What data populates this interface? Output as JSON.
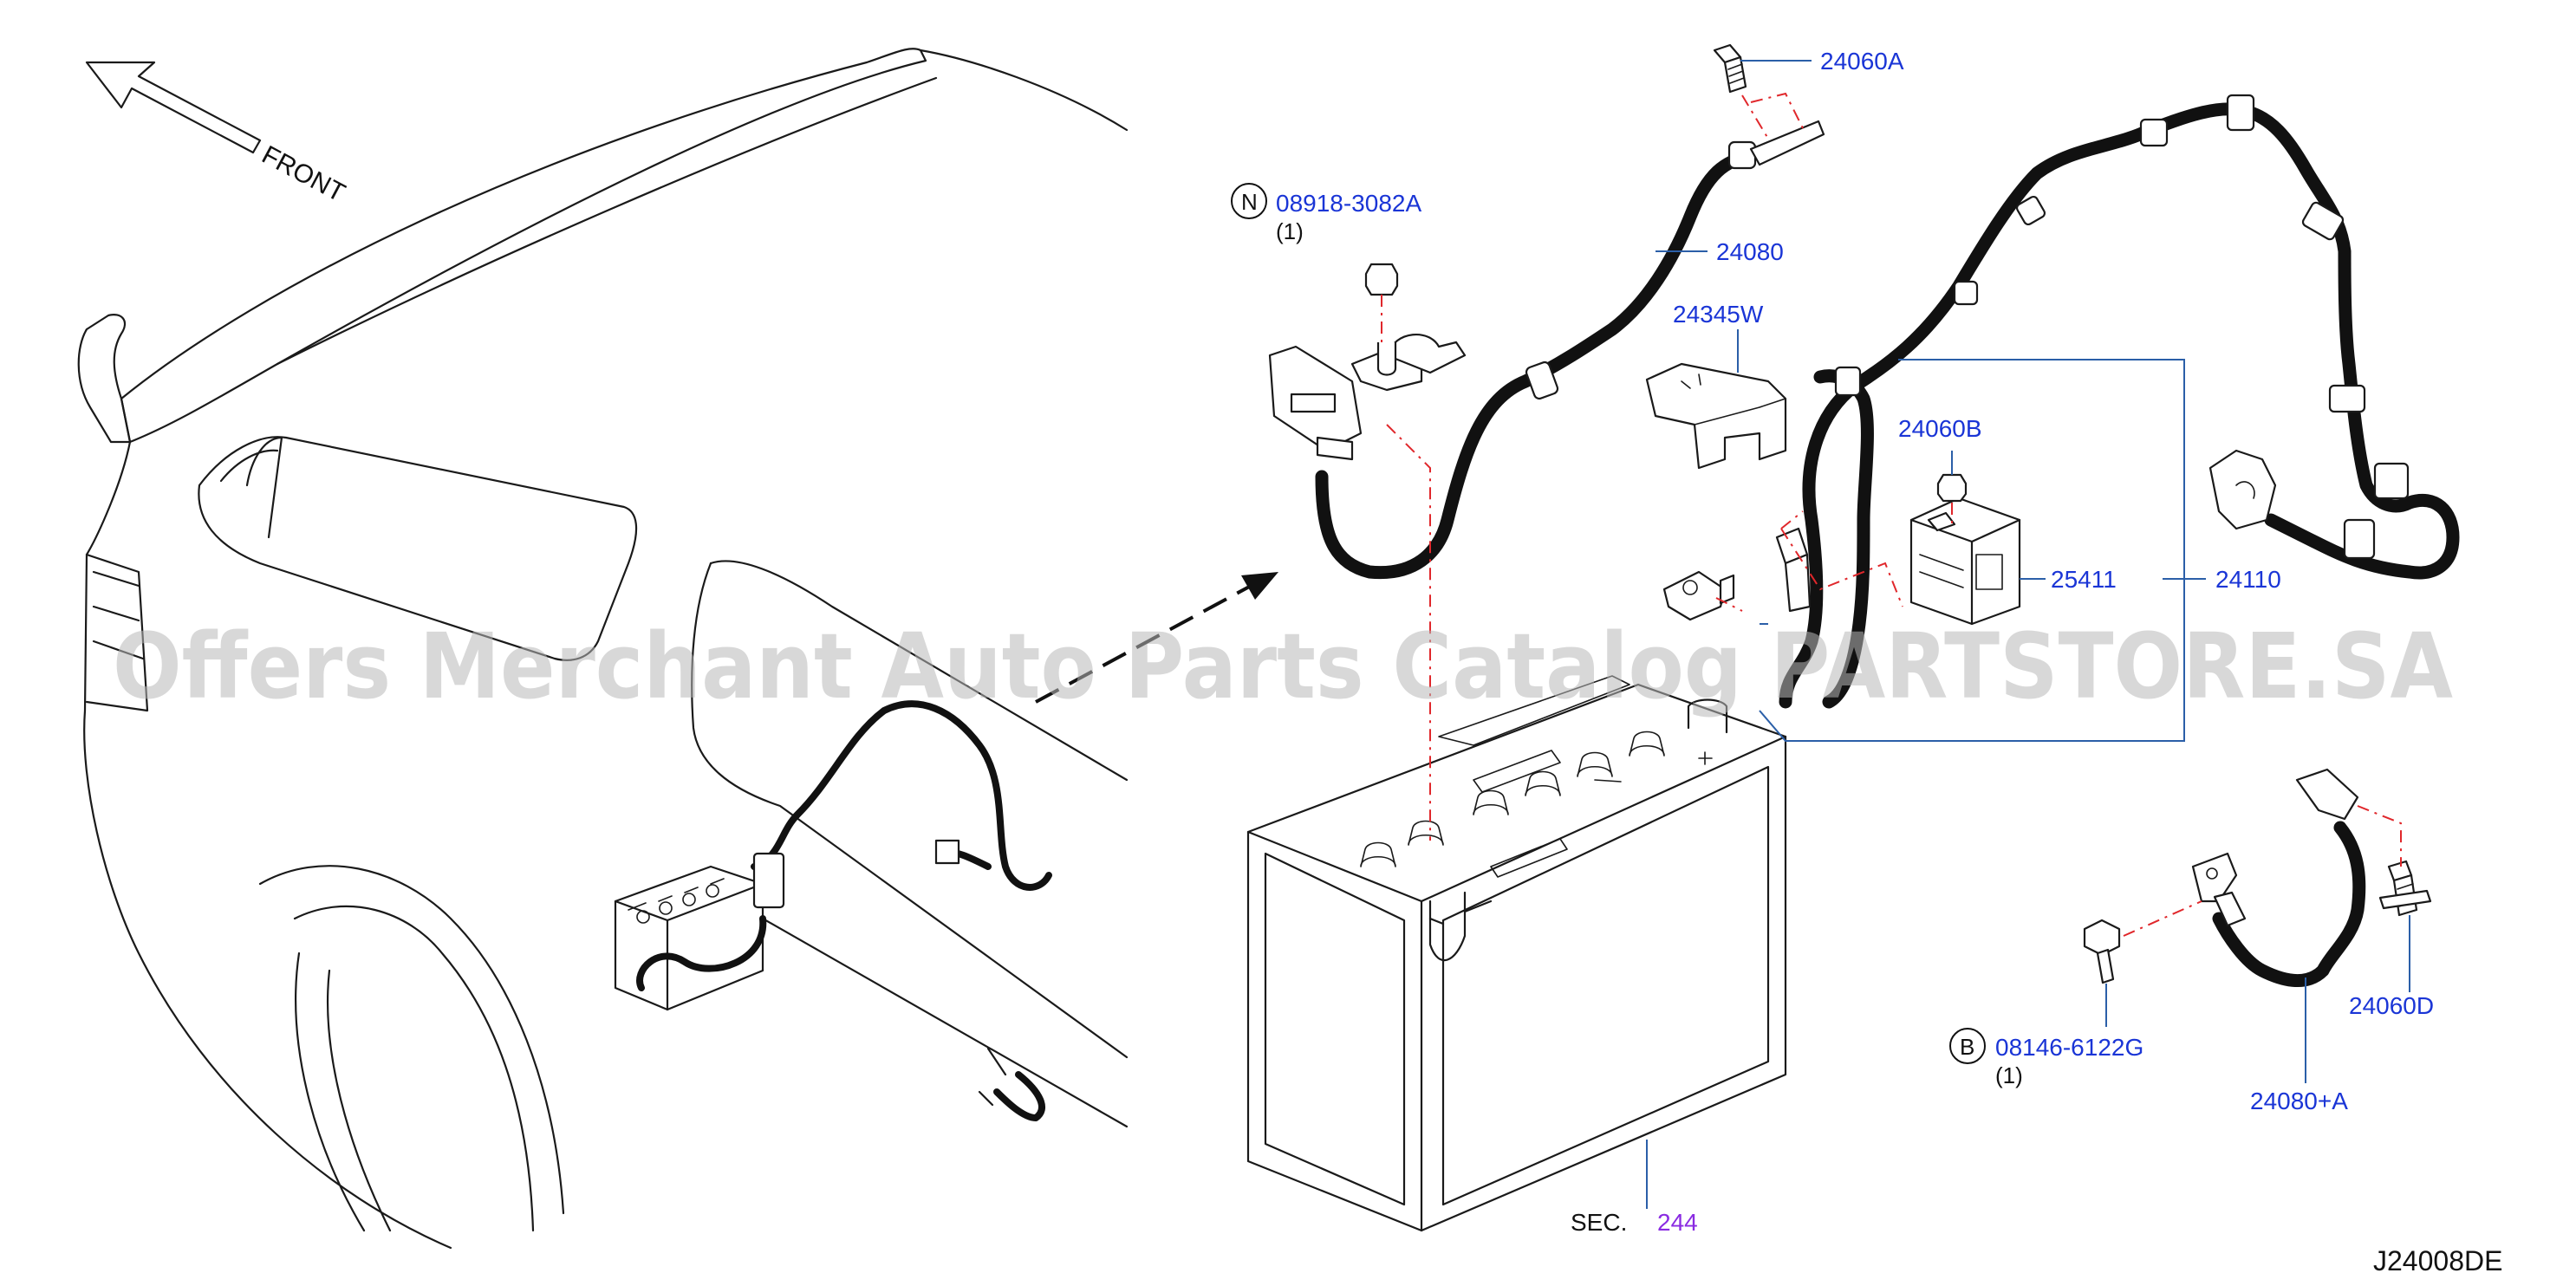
{
  "diagram": {
    "front_label": "FRONT",
    "diagram_code": "J24008DE",
    "watermark": "Offers Merchant Auto Parts Catalog PARTSTORE.SA",
    "section_ref": {
      "prefix": "SEC.",
      "number": "244"
    },
    "callouts": [
      {
        "id": "24060A",
        "text": "24060A"
      },
      {
        "id": "08918-3082A",
        "text": "08918-3082A",
        "marker": "N",
        "qty": "(1)"
      },
      {
        "id": "24080",
        "text": "24080"
      },
      {
        "id": "24345W",
        "text": "24345W"
      },
      {
        "id": "24060B",
        "text": "24060B"
      },
      {
        "id": "25411",
        "text": "25411"
      },
      {
        "id": "24110",
        "text": "24110"
      },
      {
        "id": "08146-6122G",
        "text": "08146-6122G",
        "marker": "B",
        "qty": "(1)"
      },
      {
        "id": "24060D",
        "text": "24060D"
      },
      {
        "id": "24080+A",
        "text": "24080+A"
      }
    ]
  },
  "colors": {
    "part_number": "#1a35d6",
    "section_number": "#8a2be2",
    "leader_line": "#2b5fa8",
    "phantom_line": "#e0272b",
    "watermark": "#b8b8b8"
  }
}
